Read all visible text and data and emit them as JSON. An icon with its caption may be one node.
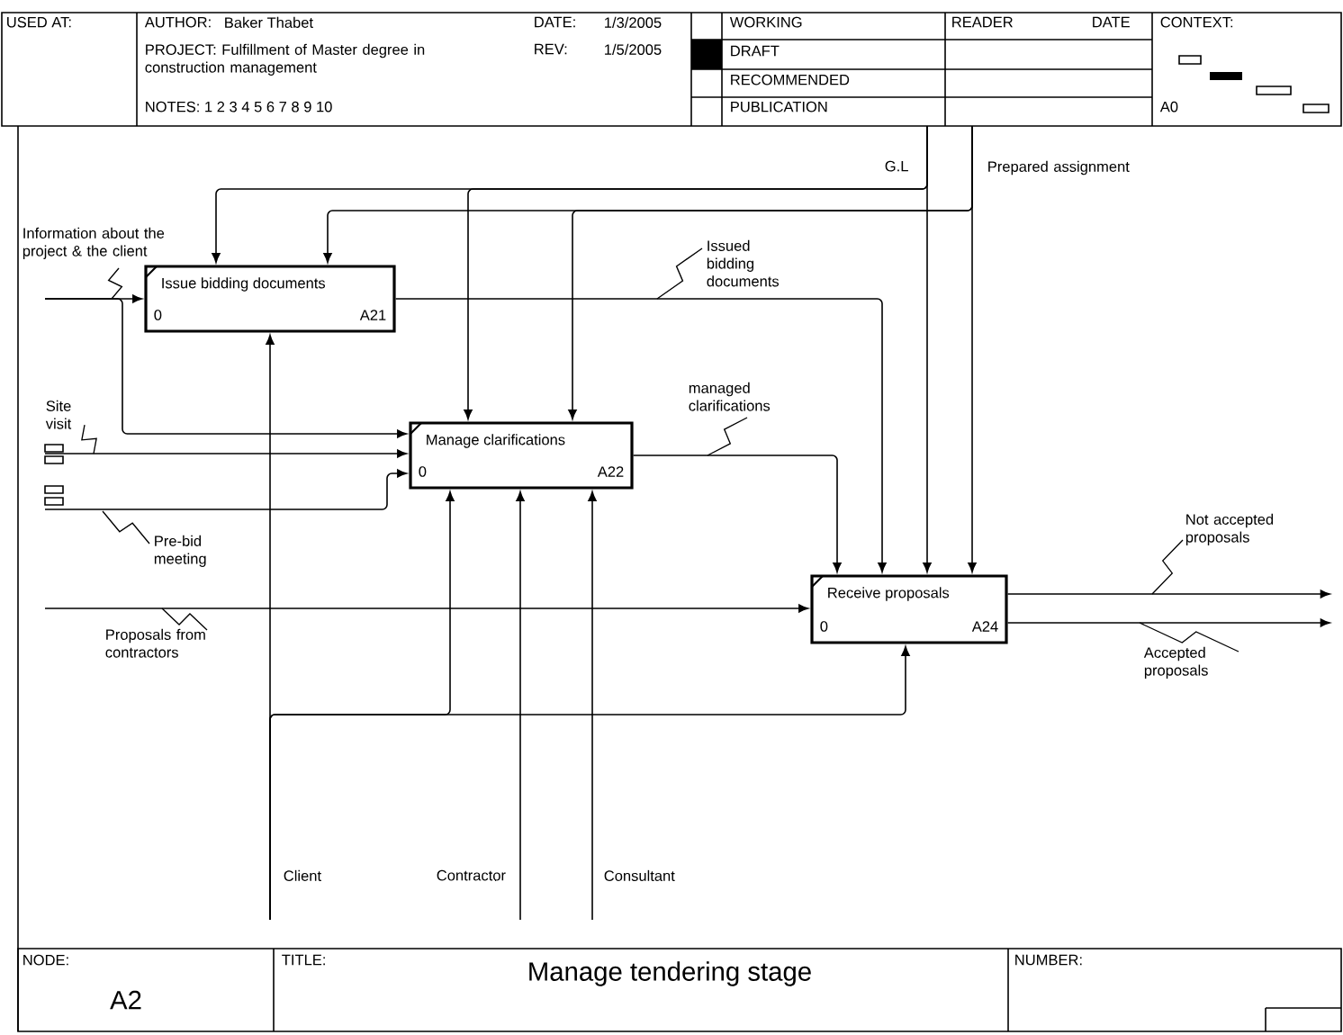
{
  "diagram": {
    "title": "Manage tendering stage",
    "nodes": [
      {
        "text": [
          "Issue bidding documents",
          "0",
          "A21"
        ]
      },
      {
        "text": [
          "Manage clarifications",
          "0",
          "A22"
        ]
      },
      {
        "text": [
          "Receive proposals",
          "0",
          "A24"
        ]
      }
    ],
    "edges": [
      {
        "from": null,
        "to": 0,
        "arrow": "to",
        "label": "Information about the project & the client"
      },
      {
        "from": null,
        "to": 1,
        "arrow": "to"
      },
      {
        "from": null,
        "to": 1,
        "arrow": "to",
        "label": "Site visit"
      },
      {
        "from": null,
        "to": 1,
        "arrow": "to",
        "label": "Pre-bid meeting"
      },
      {
        "from": null,
        "to": 2,
        "arrow": "to",
        "label": "Proposals from contractors"
      },
      {
        "from": 0,
        "to": 2,
        "arrow": "to",
        "label": "Issued bidding documents"
      },
      {
        "from": 1,
        "to": 2,
        "arrow": "to",
        "label": "managed clarifications"
      },
      {
        "from": null,
        "to": 0,
        "arrow": "to"
      },
      {
        "from": null,
        "to": 1,
        "arrow": "to"
      },
      {
        "from": null,
        "to": 2,
        "arrow": "to",
        "label": "G.L"
      },
      {
        "from": null,
        "to": 0,
        "arrow": "to"
      },
      {
        "from": null,
        "to": 1,
        "arrow": "to"
      },
      {
        "from": null,
        "to": 2,
        "arrow": "to",
        "label": "Prepared assignment"
      },
      {
        "from": null,
        "to": 0,
        "arrow": "to",
        "label": "Client"
      },
      {
        "from": null,
        "to": 1,
        "arrow": "to"
      },
      {
        "from": null,
        "to": 2,
        "arrow": "to"
      },
      {
        "from": null,
        "to": 1,
        "arrow": "to",
        "label": "Contractor"
      },
      {
        "from": null,
        "to": 1,
        "arrow": "to",
        "label": "Consultant"
      },
      {
        "from": 2,
        "to": null,
        "arrow": "to",
        "label": "Not accepted proposals"
      },
      {
        "from": 2,
        "to": null,
        "arrow": "to",
        "label": "Accepted proposals"
      }
    ],
    "labels": [
      "USED AT:",
      "AUTHOR:",
      "Baker Thabet",
      "DATE:",
      "1/3/2005",
      "WORKING",
      "READER",
      "DATE",
      "CONTEXT:",
      "PROJECT: Fulfillment of Master degree in construction management",
      "REV:",
      "1/5/2005",
      "DRAFT",
      "RECOMMENDED",
      "NOTES: 1 2 3 4 5 6 7 8 9 10",
      "PUBLICATION",
      "A0",
      "NODE:",
      "TITLE:",
      "NUMBER:",
      "A2"
    ]
  }
}
